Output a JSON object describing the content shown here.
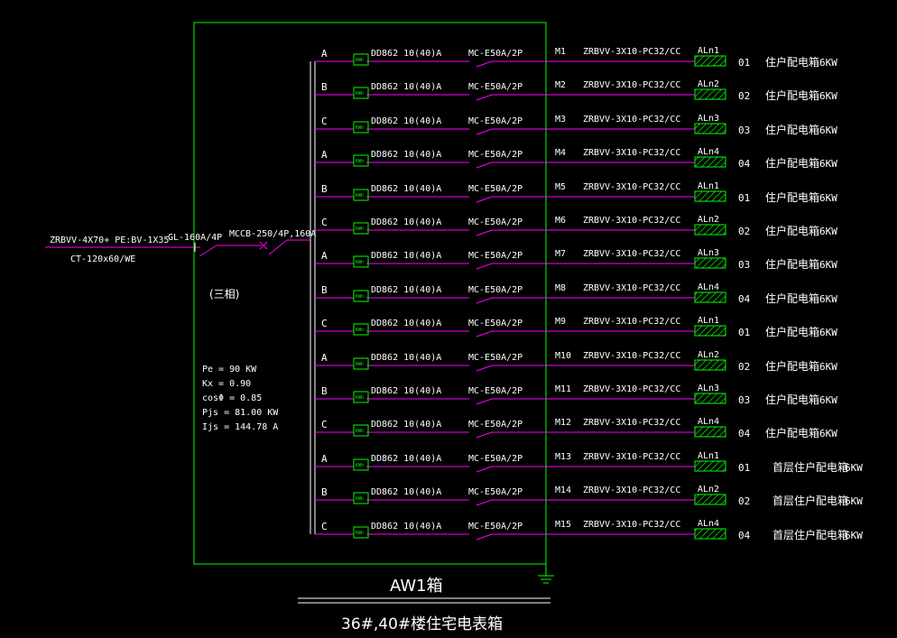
{
  "colors": {
    "background": "#000000",
    "frame": "#00ff00",
    "line": "#ff00ff",
    "text": "#ffffff",
    "meter": "#00ff00"
  },
  "incoming": {
    "cable": "ZRBVV-4X70+ PE:BV-1X35",
    "conduit": "CT-120x60/WE",
    "isolator": "GL-160A/4P",
    "breaker": "MCCB-250/4P,160A",
    "phase_note": "(三相)"
  },
  "load_calc": [
    "Pe = 90 KW",
    "Kx = 0.90",
    "cosΦ = 0.85",
    "Pjs = 81.00 KW",
    "Ijs = 144.78 A"
  ],
  "meter_label": "KWh",
  "circuits": [
    {
      "phase": "A",
      "meter": "DD862 10(40)A",
      "breaker": "MC-E50A/2P",
      "id": "M1",
      "cable": "ZRBVV-3X10-PC32/CC",
      "box": "ALn1",
      "num": "01",
      "desc": "住户配电箱",
      "load": "6KW"
    },
    {
      "phase": "B",
      "meter": "DD862 10(40)A",
      "breaker": "MC-E50A/2P",
      "id": "M2",
      "cable": "ZRBVV-3X10-PC32/CC",
      "box": "ALn2",
      "num": "02",
      "desc": "住户配电箱",
      "load": "6KW"
    },
    {
      "phase": "C",
      "meter": "DD862 10(40)A",
      "breaker": "MC-E50A/2P",
      "id": "M3",
      "cable": "ZRBVV-3X10-PC32/CC",
      "box": "ALn3",
      "num": "03",
      "desc": "住户配电箱",
      "load": "6KW"
    },
    {
      "phase": "A",
      "meter": "DD862 10(40)A",
      "breaker": "MC-E50A/2P",
      "id": "M4",
      "cable": "ZRBVV-3X10-PC32/CC",
      "box": "ALn4",
      "num": "04",
      "desc": "住户配电箱",
      "load": "6KW"
    },
    {
      "phase": "B",
      "meter": "DD862 10(40)A",
      "breaker": "MC-E50A/2P",
      "id": "M5",
      "cable": "ZRBVV-3X10-PC32/CC",
      "box": "ALn1",
      "num": "01",
      "desc": "住户配电箱",
      "load": "6KW"
    },
    {
      "phase": "C",
      "meter": "DD862 10(40)A",
      "breaker": "MC-E50A/2P",
      "id": "M6",
      "cable": "ZRBVV-3X10-PC32/CC",
      "box": "ALn2",
      "num": "02",
      "desc": "住户配电箱",
      "load": "6KW"
    },
    {
      "phase": "A",
      "meter": "DD862 10(40)A",
      "breaker": "MC-E50A/2P",
      "id": "M7",
      "cable": "ZRBVV-3X10-PC32/CC",
      "box": "ALn3",
      "num": "03",
      "desc": "住户配电箱",
      "load": "6KW"
    },
    {
      "phase": "B",
      "meter": "DD862 10(40)A",
      "breaker": "MC-E50A/2P",
      "id": "M8",
      "cable": "ZRBVV-3X10-PC32/CC",
      "box": "ALn4",
      "num": "04",
      "desc": "住户配电箱",
      "load": "6KW"
    },
    {
      "phase": "C",
      "meter": "DD862 10(40)A",
      "breaker": "MC-E50A/2P",
      "id": "M9",
      "cable": "ZRBVV-3X10-PC32/CC",
      "box": "ALn1",
      "num": "01",
      "desc": "住户配电箱",
      "load": "6KW"
    },
    {
      "phase": "A",
      "meter": "DD862 10(40)A",
      "breaker": "MC-E50A/2P",
      "id": "M10",
      "cable": "ZRBVV-3X10-PC32/CC",
      "box": "ALn2",
      "num": "02",
      "desc": "住户配电箱",
      "load": "6KW"
    },
    {
      "phase": "B",
      "meter": "DD862 10(40)A",
      "breaker": "MC-E50A/2P",
      "id": "M11",
      "cable": "ZRBVV-3X10-PC32/CC",
      "box": "ALn3",
      "num": "03",
      "desc": "住户配电箱",
      "load": "6KW"
    },
    {
      "phase": "C",
      "meter": "DD862 10(40)A",
      "breaker": "MC-E50A/2P",
      "id": "M12",
      "cable": "ZRBVV-3X10-PC32/CC",
      "box": "ALn4",
      "num": "04",
      "desc": "住户配电箱",
      "load": "6KW"
    },
    {
      "phase": "A",
      "meter": "DD862 10(40)A",
      "breaker": "MC-E50A/2P",
      "id": "M13",
      "cable": "ZRBVV-3X10-PC32/CC",
      "box": "ALn1",
      "num": "01",
      "desc": "首层住户配电箱",
      "load": "6KW"
    },
    {
      "phase": "B",
      "meter": "DD862 10(40)A",
      "breaker": "MC-E50A/2P",
      "id": "M14",
      "cable": "ZRBVV-3X10-PC32/CC",
      "box": "ALn2",
      "num": "02",
      "desc": "首层住户配电箱",
      "load": "6KW"
    },
    {
      "phase": "C",
      "meter": "DD862 10(40)A",
      "breaker": "MC-E50A/2P",
      "id": "M15",
      "cable": "ZRBVV-3X10-PC32/CC",
      "box": "ALn4",
      "num": "04",
      "desc": "首层住户配电箱",
      "load": "6KW"
    }
  ],
  "box_title": "AW1箱",
  "drawing_title": "36#,40#楼住宅电表箱"
}
